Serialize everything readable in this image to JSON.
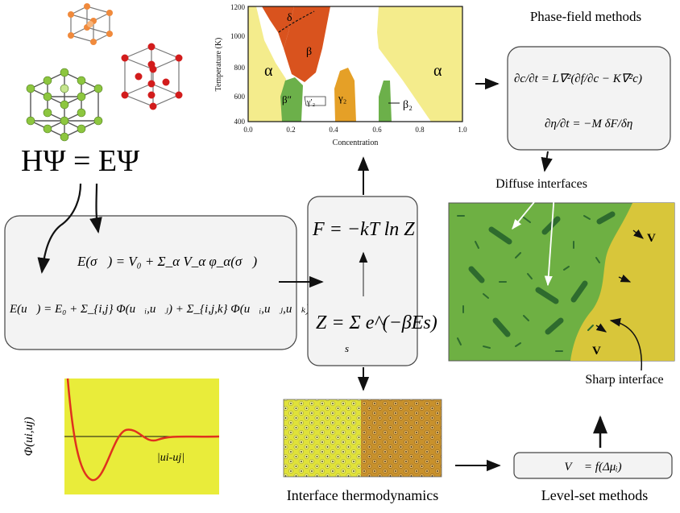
{
  "hamiltonian": "HΨ = EΨ",
  "cluster_box": {
    "eq1": "E(σ⃗) = V₀ + Σ_α V_α φ_α(σ⃗)",
    "eq2": "E(u⃗) = E₀ + Σ_{i,j} Φ(u⃗ᵢ,u⃗ⱼ) + Σ_{i,j,k} Φ(u⃗ᵢ,u⃗ⱼ,u⃗ₖ) + ..."
  },
  "stat_mech": {
    "free_energy": "F = −kT ln Z",
    "partition": "Z = Σ e^(−βEs)",
    "sum_index": "s"
  },
  "phase_diagram": {
    "ylabel": "Temperature (K)",
    "xlabel": "Concentration",
    "yticks": [
      "400",
      "600",
      "800",
      "1000",
      "1200"
    ],
    "xticks": [
      "0.0",
      "0.2",
      "0.4",
      "0.6",
      "0.8",
      "1.0"
    ],
    "phases": {
      "alpha_left": "α",
      "alpha_right": "α",
      "delta": "δ",
      "beta": "β",
      "beta_pp": "β″",
      "gamma2p": "γ′₂",
      "gamma2": "γ₂",
      "beta2": "β₂"
    },
    "colors": {
      "alpha": "#f4ec8c",
      "red": "#d9531e",
      "orange": "#e5a027",
      "green": "#6cb04a"
    }
  },
  "phase_field": {
    "title": "Phase-field methods",
    "eq1": "∂c/∂t = L∇²(∂f/∂c − K∇²c)",
    "eq2": "∂η/∂t = −M δF/δη"
  },
  "microstructure": {
    "diffuse_label": "Diffuse interfaces",
    "sharp_label": "Sharp interface",
    "velocity": "V⃗",
    "colors": {
      "green": "#6eb043",
      "dark_green": "#2e6b2e",
      "yellow": "#d8c63a"
    }
  },
  "potential_plot": {
    "ylabel": "Φ(ui,uj)",
    "xlabel": "|ui-uj|",
    "colors": {
      "background": "#e9ec3a",
      "curve": "#e0311e"
    }
  },
  "interface": {
    "label": "Interface thermodynamics"
  },
  "levelset": {
    "equation": "V⃗ = f(Δμᵢ)",
    "label": "Level-set methods"
  }
}
